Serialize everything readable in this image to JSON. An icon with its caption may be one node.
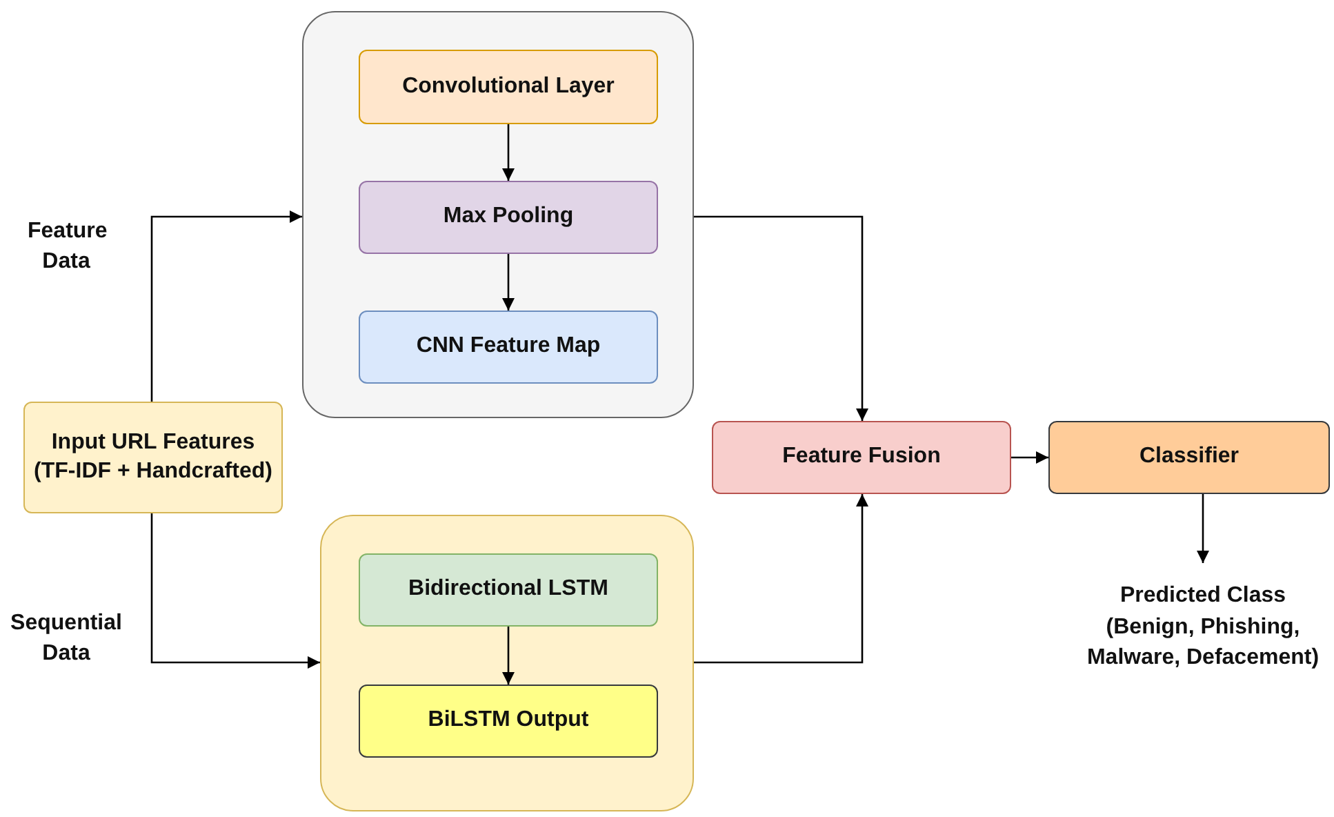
{
  "diagram": {
    "nodes": [
      {
        "text": [],
        "shape": "box"
      },
      {
        "text": [
          "Convolutional Layer"
        ],
        "in": 0
      },
      {
        "text": [
          "Max Pooling"
        ],
        "in": 0
      },
      {
        "text": [
          "CNN Feature Map"
        ],
        "in": 0
      },
      {
        "text": [
          "Input URL Features (TF-IDF + Handcrafted)"
        ]
      },
      {
        "text": [],
        "shape": "box"
      },
      {
        "text": [
          "Bidirectional LSTM"
        ],
        "in": 5
      },
      {
        "text": [
          "BiLSTM Output"
        ],
        "in": 5
      },
      {
        "text": [
          "Feature Fusion"
        ]
      },
      {
        "text": [
          "Classifier"
        ]
      },
      {
        "text": [
          "Predicted Class (Benign, Phishing, Malware, Defacement)"
        ]
      }
    ],
    "edges": [
      {
        "from": 4,
        "to": 0,
        "arrow": "to",
        "label": "Feature Data"
      },
      {
        "from": 4,
        "to": 5,
        "arrow": "to",
        "label": "Sequential Data"
      },
      {
        "from": 1,
        "to": 2,
        "arrow": "to"
      },
      {
        "from": 2,
        "to": 3,
        "arrow": "to"
      },
      {
        "from": 0,
        "to": 8,
        "arrow": "to"
      },
      {
        "from": 5,
        "to": 8,
        "arrow": "to"
      },
      {
        "from": 6,
        "to": 7,
        "arrow": "to"
      },
      {
        "from": 8,
        "to": 9,
        "arrow": "to"
      },
      {
        "from": 9,
        "to": 10,
        "arrow": "to"
      }
    ]
  }
}
